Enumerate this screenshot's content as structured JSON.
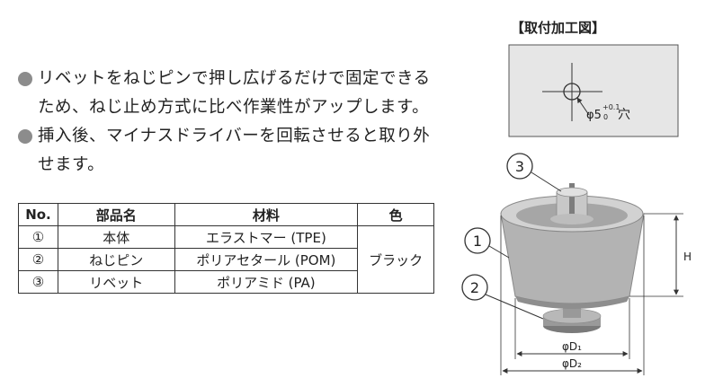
{
  "bullets": [
    "リベットをねじピンで押し広げるだけで固定できるため、ねじ止め方式に比べ作業性がアップします。",
    "挿入後、マイナスドライバーを回転させると取り外せます。"
  ],
  "table": {
    "headers": [
      "No.",
      "部品名",
      "材料",
      "色"
    ],
    "rows": [
      {
        "no": "①",
        "name": "本体",
        "material": "エラストマー (TPE)"
      },
      {
        "no": "②",
        "name": "ねじピン",
        "material": "ポリアセタール (POM)"
      },
      {
        "no": "③",
        "name": "リベット",
        "material": "ポリアミド (PA)"
      }
    ],
    "color": "ブラック"
  },
  "figure": {
    "title": "【取付加工図】",
    "hole_label": "φ5",
    "hole_tol_upper": "+0.1",
    "hole_tol_lower": "0",
    "hole_suffix": "穴",
    "callouts": [
      "3",
      "1",
      "2"
    ],
    "dim_h": "H",
    "dim_d1": "φD₁",
    "dim_d2": "φD₂"
  }
}
